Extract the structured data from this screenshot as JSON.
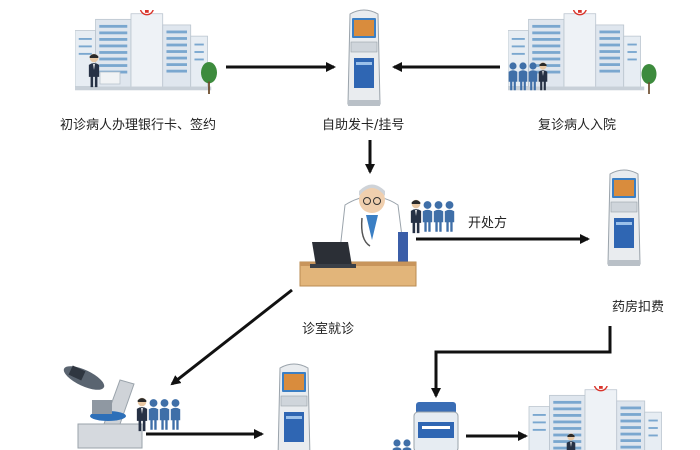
{
  "labels": {
    "new_patient": "初诊病人办理银行卡、签约",
    "self_service": "自助发卡/挂号",
    "return_patient": "复诊病人入院",
    "prescription": "开处方",
    "pharmacy_payment": "药房扣费",
    "consultation": "诊室就诊"
  },
  "colors": {
    "arrow": "#111111",
    "kiosk_body": "#e9ecef",
    "kiosk_screen": "#3b7fc4",
    "building": "#dfe6ee",
    "building_windows": "#7aa7cf",
    "cross": "#d9342b",
    "person_blue": "#3f6fa8",
    "desk": "#e2b57a",
    "tree": "#3d8b3d"
  }
}
